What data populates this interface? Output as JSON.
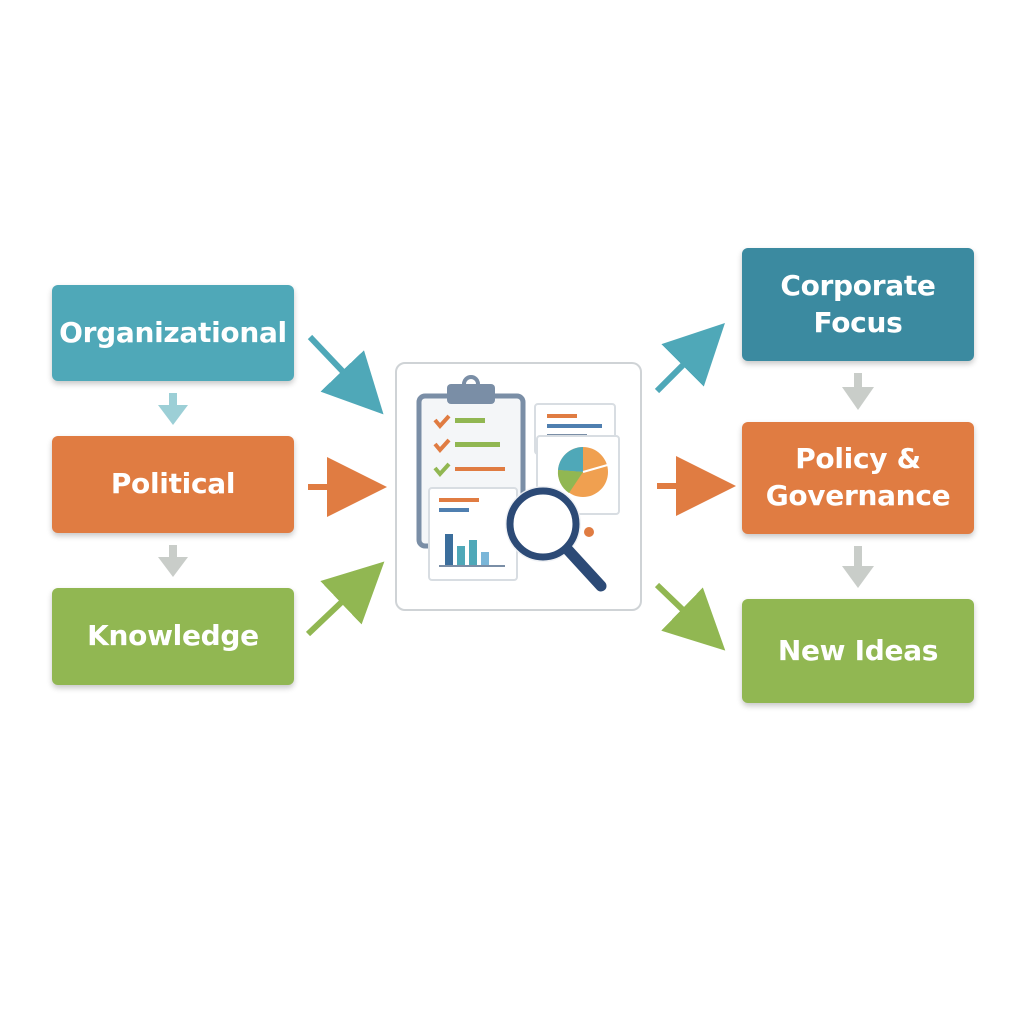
{
  "inputs": {
    "organizational": "Organizational",
    "political": "Political",
    "knowledge": "Knowledge"
  },
  "outputs": {
    "corporate_focus": "Corporate\nFocus",
    "policy_governance": "Policy &\nGovernance",
    "new_ideas": "New Ideas"
  },
  "colors": {
    "teal": "#4fa8b8",
    "teal_dark": "#3b8aa0",
    "orange": "#e07c42",
    "green": "#91b752",
    "gray_arrow": "#c9cdc9",
    "teal_arrow_light": "#9ccfd6"
  },
  "hub": {
    "icons": [
      "clipboard-checklist-icon",
      "report-document-icon",
      "pie-chart-icon",
      "bar-chart-icon",
      "magnifying-glass-icon"
    ]
  }
}
